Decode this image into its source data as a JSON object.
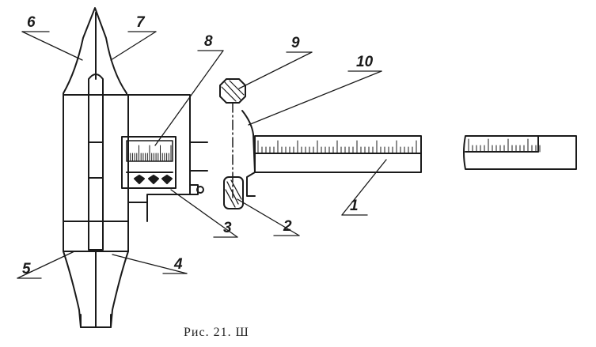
{
  "labels": {
    "l1": "1",
    "l2": "2",
    "l3": "3",
    "l4": "4",
    "l5": "5",
    "l6": "6",
    "l7": "7",
    "l8": "8",
    "l9": "9",
    "l10": "10"
  },
  "caption": "Рис. 21. Ш"
}
